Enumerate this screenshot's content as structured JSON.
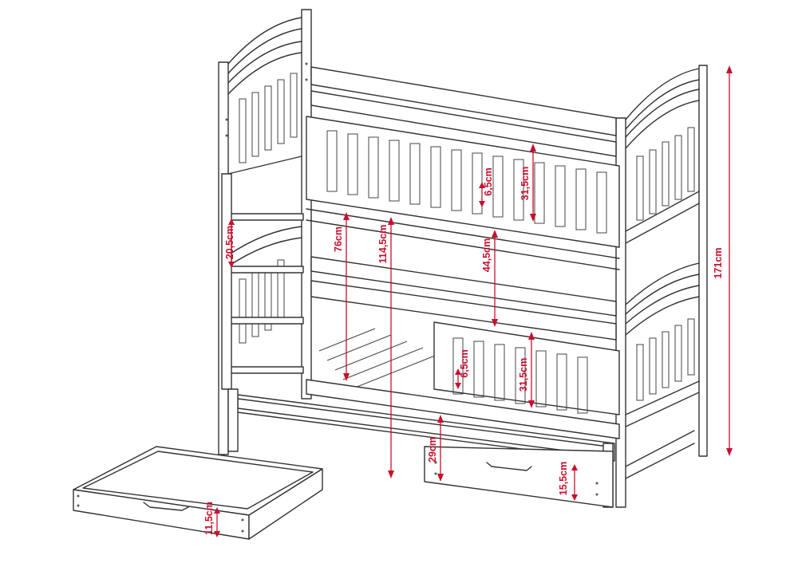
{
  "dimensions": {
    "total_height": "171cm",
    "top_rail_height": "31,5cm",
    "top_rail_gap": "6,5cm",
    "between_beds": "44,5cm",
    "bottom_rail_height": "31,5cm",
    "bottom_rail_gap": "6,5cm",
    "ladder_step": "20,5cm",
    "ladder_to_top": "76cm",
    "floor_to_top": "114,5cm",
    "trundle_height": "29cm",
    "drawer_height_right": "15,5cm",
    "drawer_height_left": "11,5cm"
  },
  "colors": {
    "line": "#333333",
    "dimension": "#c8102e",
    "background": "#ffffff"
  }
}
